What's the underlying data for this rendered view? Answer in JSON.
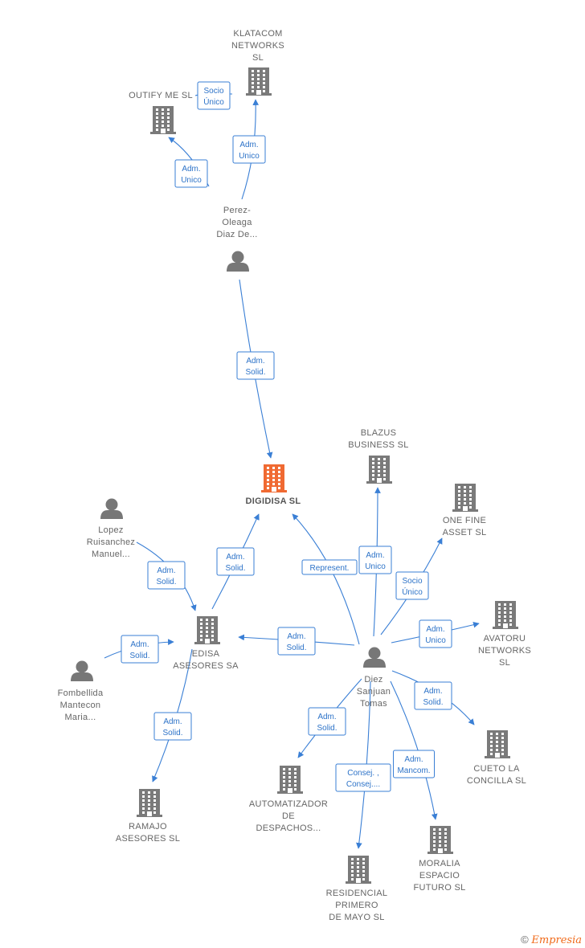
{
  "colors": {
    "edge": "#3a7fd5",
    "company": "#7a7a7a",
    "focus_company": "#f06a32",
    "person": "#777777"
  },
  "nodes": [
    {
      "id": "digidisa",
      "type": "company-focus",
      "label": [
        "DIGIDISA  SL"
      ]
    },
    {
      "id": "klatacom",
      "type": "company",
      "label": [
        "KLATACOM",
        "NETWORKS",
        "SL"
      ]
    },
    {
      "id": "outify",
      "type": "company",
      "label": [
        "OUTIFY ME  SL"
      ]
    },
    {
      "id": "perez",
      "type": "person",
      "label": [
        "Perez-",
        "Oleaga",
        "Diaz De..."
      ]
    },
    {
      "id": "blazus",
      "type": "company",
      "label": [
        "BLAZUS",
        "BUSINESS  SL"
      ]
    },
    {
      "id": "onefine",
      "type": "company",
      "label": [
        "ONE FINE",
        "ASSET  SL"
      ]
    },
    {
      "id": "avatoru",
      "type": "company",
      "label": [
        "AVATORU",
        "NETWORKS",
        "SL"
      ]
    },
    {
      "id": "cueto",
      "type": "company",
      "label": [
        "CUETO LA",
        "CONCILLA  SL"
      ]
    },
    {
      "id": "diez",
      "type": "person",
      "label": [
        "Diez",
        "Sanjuan",
        "Tomas"
      ]
    },
    {
      "id": "lopez",
      "type": "person",
      "label": [
        "Lopez",
        "Ruisanchez",
        "Manuel..."
      ]
    },
    {
      "id": "edisa",
      "type": "company",
      "label": [
        "EDISA",
        "ASESORES SA"
      ]
    },
    {
      "id": "fombellida",
      "type": "person",
      "label": [
        "Fombellida",
        "Mantecon",
        "Maria..."
      ]
    },
    {
      "id": "ramajo",
      "type": "company",
      "label": [
        "RAMAJO",
        "ASESORES  SL"
      ]
    },
    {
      "id": "automatizador",
      "type": "company",
      "label": [
        "AUTOMATIZADOR",
        "DE",
        "DESPACHOS..."
      ]
    },
    {
      "id": "residencial",
      "type": "company",
      "label": [
        "RESIDENCIAL",
        "PRIMERO",
        "DE MAYO  SL"
      ]
    },
    {
      "id": "moralia",
      "type": "company",
      "label": [
        "MORALIA",
        "ESPACIO",
        "FUTURO SL"
      ]
    }
  ],
  "edges": [
    {
      "from": "perez",
      "to": "outify",
      "label": [
        "Adm.",
        "Unico"
      ]
    },
    {
      "from": "perez",
      "to": "klatacom",
      "label": [
        "Adm.",
        "Unico"
      ]
    },
    {
      "from": "outify",
      "to": "klatacom",
      "label": [
        "Socio",
        "Único"
      ]
    },
    {
      "from": "perez",
      "to": "digidisa",
      "label": [
        "Adm.",
        "Solid."
      ]
    },
    {
      "from": "lopez",
      "to": "edisa",
      "label": [
        "Adm.",
        "Solid."
      ]
    },
    {
      "from": "edisa",
      "to": "digidisa",
      "label": [
        "Adm.",
        "Solid."
      ]
    },
    {
      "from": "diez",
      "to": "digidisa",
      "label": [
        "Represent."
      ]
    },
    {
      "from": "diez",
      "to": "blazus",
      "label": [
        "Adm.",
        "Unico"
      ]
    },
    {
      "from": "diez",
      "to": "onefine",
      "label": [
        "Socio",
        "Único"
      ]
    },
    {
      "from": "diez",
      "to": "avatoru",
      "label": [
        "Adm.",
        "Unico"
      ]
    },
    {
      "from": "diez",
      "to": "cueto",
      "label": [
        "Adm.",
        "Solid."
      ]
    },
    {
      "from": "diez",
      "to": "edisa",
      "label": [
        "Adm.",
        "Solid."
      ]
    },
    {
      "from": "fombellida",
      "to": "edisa",
      "label": [
        "Adm.",
        "Solid."
      ]
    },
    {
      "from": "edisa",
      "to": "ramajo",
      "label": [
        "Adm.",
        "Solid."
      ]
    },
    {
      "from": "diez",
      "to": "automatizador",
      "label": [
        "Adm.",
        "Solid."
      ]
    },
    {
      "from": "diez",
      "to": "residencial",
      "label": [
        "Consej. ,",
        "Consej...."
      ]
    },
    {
      "from": "diez",
      "to": "moralia",
      "label": [
        "Adm.",
        "Mancom."
      ]
    }
  ],
  "footer": {
    "copyright": "©",
    "brand": "Empresia"
  }
}
